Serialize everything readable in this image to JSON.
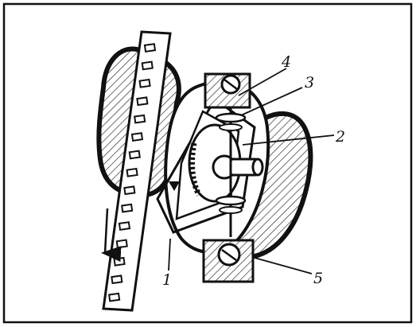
{
  "figure": {
    "callouts": [
      {
        "id": "1",
        "label": "1"
      },
      {
        "id": "2",
        "label": "2"
      },
      {
        "id": "3",
        "label": "3"
      },
      {
        "id": "4",
        "label": "4"
      },
      {
        "id": "5",
        "label": "5"
      }
    ],
    "direction_arrow": "arrow-down-icon"
  },
  "colors": {
    "ink": "#111111",
    "paper": "#ffffff",
    "hatch": "#222222"
  }
}
